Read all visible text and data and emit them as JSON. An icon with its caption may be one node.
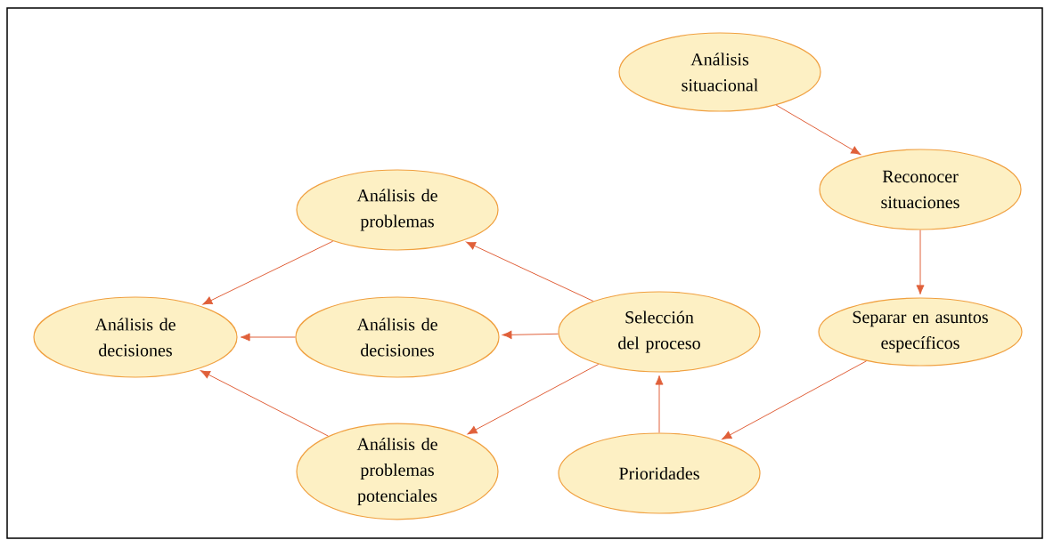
{
  "diagram": {
    "nodes": [
      {
        "text": [
          "Análisis situacional"
        ]
      },
      {
        "text": [
          "Reconocer situaciones"
        ]
      },
      {
        "text": [
          "Separar en asuntos específicos"
        ]
      },
      {
        "text": [
          "Análisis de problemas"
        ]
      },
      {
        "text": [
          "Análisis de decisiones"
        ]
      },
      {
        "text": [
          "Análisis de decisiones"
        ]
      },
      {
        "text": [
          "Selección del proceso"
        ]
      },
      {
        "text": [
          "Análisis de problemas potenciales"
        ]
      },
      {
        "text": [
          "Prioridades"
        ]
      }
    ],
    "edges": [
      {
        "from": 0,
        "to": 1,
        "arrow": "to"
      },
      {
        "from": 1,
        "to": 2,
        "arrow": "to"
      },
      {
        "from": 2,
        "to": 8,
        "arrow": "to"
      },
      {
        "from": 8,
        "to": 6,
        "arrow": "to"
      },
      {
        "from": 6,
        "to": 3,
        "arrow": "to"
      },
      {
        "from": 6,
        "to": 5,
        "arrow": "to"
      },
      {
        "from": 6,
        "to": 7,
        "arrow": "to"
      },
      {
        "from": 3,
        "to": 4,
        "arrow": "to"
      },
      {
        "from": 5,
        "to": 4,
        "arrow": "to"
      },
      {
        "from": 7,
        "to": 4,
        "arrow": "to"
      }
    ]
  }
}
